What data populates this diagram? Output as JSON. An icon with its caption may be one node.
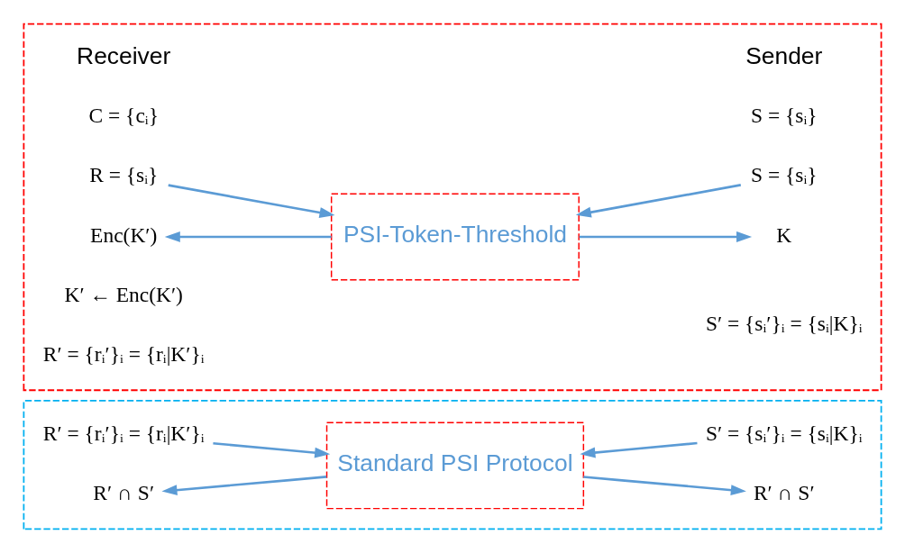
{
  "diagram": {
    "nodes": [
      {
        "text": [],
        "shape": "box"
      },
      {
        "text": [
          "R = {sᵢ}"
        ],
        "in": 0
      },
      {
        "text": [
          "Enc(K′)"
        ],
        "in": 0
      },
      {
        "text": [
          "PSI-Token-Threshold"
        ],
        "in": 0
      },
      {
        "text": [
          "S = {sᵢ}"
        ],
        "in": 0
      },
      {
        "text": [
          "K"
        ],
        "in": 0
      },
      {
        "text": [],
        "shape": "box"
      },
      {
        "text": [
          "R′ = {rᵢ′}ᵢ = {rᵢ|K′}ᵢ"
        ],
        "in": 6
      },
      {
        "text": [
          "R′ ∩ S′"
        ],
        "in": 6
      },
      {
        "text": [
          "Standard PSI Protocol"
        ],
        "in": 6
      },
      {
        "text": [
          "S′ = {sᵢ′}ᵢ = {sᵢ|K}ᵢ"
        ],
        "in": 6
      },
      {
        "text": [
          "R′ ∩ S′"
        ],
        "in": 6
      }
    ],
    "edges": [
      {
        "from": 1,
        "to": 3,
        "arrow": "to"
      },
      {
        "from": 3,
        "to": 2,
        "arrow": "to"
      },
      {
        "from": 4,
        "to": 3,
        "arrow": "to"
      },
      {
        "from": 3,
        "to": 5,
        "arrow": "to"
      },
      {
        "from": 7,
        "to": 9,
        "arrow": "to"
      },
      {
        "from": 9,
        "to": 8,
        "arrow": "to"
      },
      {
        "from": 10,
        "to": 9,
        "arrow": "to"
      },
      {
        "from": 9,
        "to": 11,
        "arrow": "to"
      }
    ],
    "labels": [
      "Receiver",
      "C = {cᵢ}",
      "Sender",
      "S = {sᵢ}",
      "K′ ← Enc(K′)",
      "R′ = {rᵢ′}ᵢ = {rᵢ|K′}ᵢ",
      "S′ = {sᵢ′}ᵢ = {sᵢ|K}ᵢ"
    ]
  }
}
